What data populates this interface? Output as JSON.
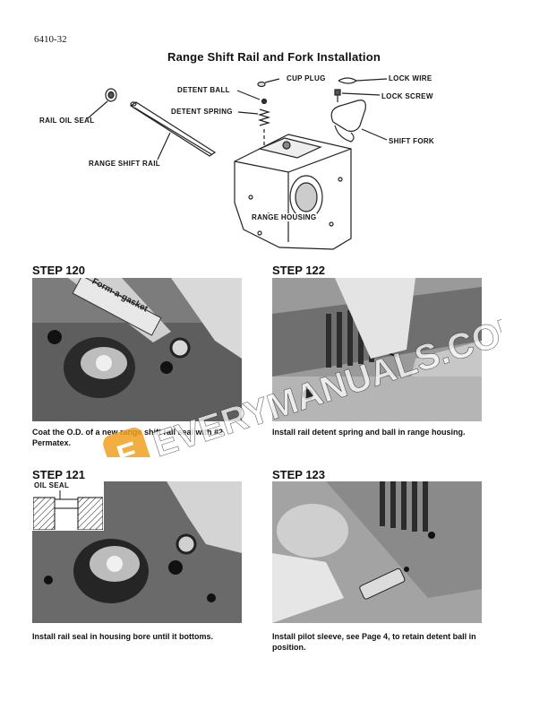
{
  "page_number": "6410-32",
  "title": "Range Shift Rail and Fork Installation",
  "diagram": {
    "labels": {
      "cup_plug": "CUP PLUG",
      "lock_wire": "LOCK WIRE",
      "detent_ball": "DETENT BALL",
      "lock_screw": "LOCK SCREW",
      "detent_spring": "DETENT SPRING",
      "rail_oil_seal": "RAIL OIL SEAL",
      "shift_fork": "SHIFT FORK",
      "range_shift_rail": "RANGE SHIFT RAIL",
      "range_housing": "RANGE HOUSING"
    }
  },
  "steps": [
    {
      "heading": "STEP 120",
      "caption": "Coat the O.D. of a new range shift rail seal with #2 Permatex.",
      "photo_text": "Form-a-gasket"
    },
    {
      "heading": "STEP 122",
      "caption": "Install rail detent spring and ball in range housing."
    },
    {
      "heading": "STEP 121",
      "inset_label": "OIL SEAL",
      "caption": "Install rail seal in housing bore until it bottoms."
    },
    {
      "heading": "STEP 123",
      "caption": "Install pilot sleeve, see Page 4, to retain detent ball in position."
    }
  ],
  "watermark": {
    "text": "EVERYMANUALS.COM",
    "logo_letter": "E",
    "color": "#f0a020"
  }
}
